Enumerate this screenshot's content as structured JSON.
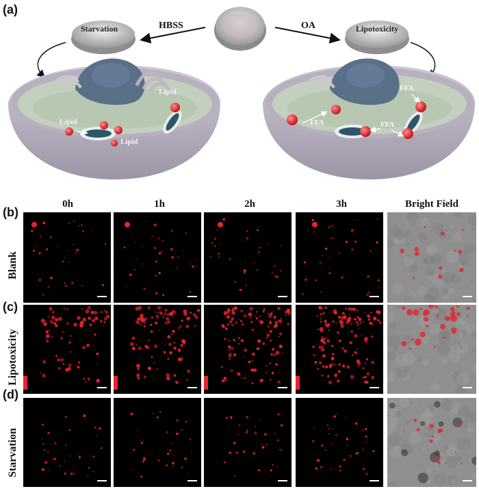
{
  "panel_a": {
    "letter": "(a)",
    "left_arrow_label": "HBSS",
    "right_arrow_label": "OA",
    "left_dish_label": "Starvation",
    "right_dish_label": "Lipotoxicity",
    "left_cell_labels": [
      "Lipid",
      "Lipid",
      "Lipid"
    ],
    "right_cell_labels": [
      "FFA",
      "FFA",
      "FFA"
    ]
  },
  "panel_b": {
    "letter": "(b)",
    "row_label": "Blank"
  },
  "panel_c": {
    "letter": "(c)",
    "row_label": "Lipotoxicity"
  },
  "panel_d": {
    "letter": "(d)",
    "row_label": "Starvation"
  },
  "columns": [
    "0h",
    "1h",
    "2h",
    "3h",
    "Bright Field"
  ],
  "colors": {
    "lipid_red": "#e8232c",
    "membrane": "#b9b4c2",
    "cytoplasm": "#c9d6c4",
    "nucleus": "#5a6f88"
  }
}
